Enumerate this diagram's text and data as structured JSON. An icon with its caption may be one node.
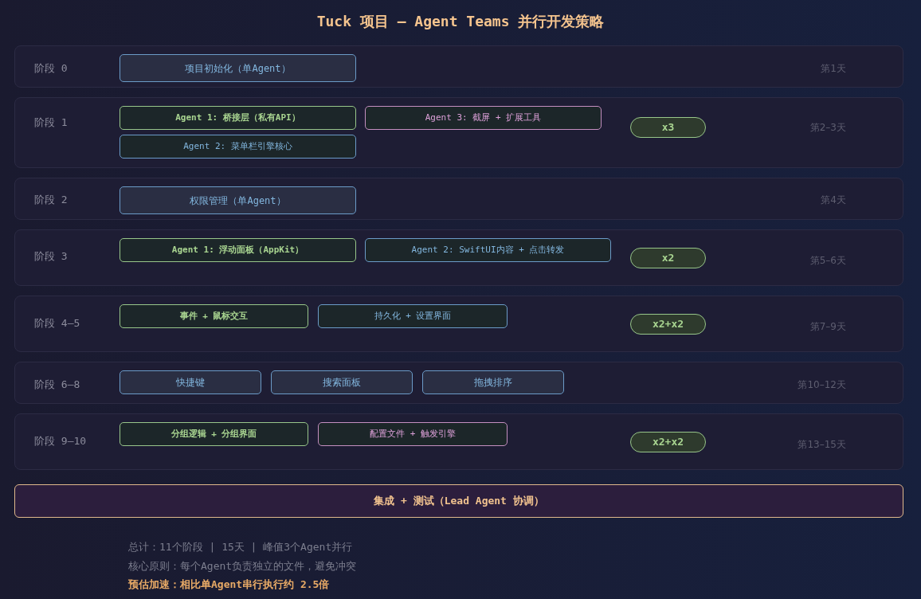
{
  "diagram": {
    "title": "Tuck 项目 — Agent Teams 并行开发策略",
    "nodes": [
      {
        "text": [
          "阶段 0",
          "第1天"
        ]
      },
      {
        "text": [
          "项目初始化（单Agent）"
        ],
        "in": 0
      },
      {
        "text": [
          "阶段 1",
          "第2–3天"
        ]
      },
      {
        "text": [
          "Agent 1: 桥接层（私有API）"
        ],
        "in": 2
      },
      {
        "text": [
          "Agent 3: 截屏 + 扩展工具"
        ],
        "in": 2
      },
      {
        "text": [
          "x3"
        ],
        "in": 2
      },
      {
        "text": [
          "Agent 2: 菜单栏引擎核心"
        ],
        "in": 2
      },
      {
        "text": [
          "阶段 2",
          "第4天"
        ]
      },
      {
        "text": [
          "权限管理（单Agent）"
        ],
        "in": 7
      },
      {
        "text": [
          "阶段 3",
          "第5–6天"
        ]
      },
      {
        "text": [
          "Agent 1: 浮动面板（AppKit）"
        ],
        "in": 9
      },
      {
        "text": [
          "Agent 2: SwiftUI内容 + 点击转发"
        ],
        "in": 9
      },
      {
        "text": [
          "x2"
        ],
        "in": 9
      },
      {
        "text": [
          "阶段 4–5",
          "第7–9天"
        ]
      },
      {
        "text": [
          "事件 + 鼠标交互"
        ],
        "in": 13
      },
      {
        "text": [
          "持久化 + 设置界面"
        ],
        "in": 13
      },
      {
        "text": [
          "x2+x2"
        ],
        "in": 13
      },
      {
        "text": [
          "阶段 6–8",
          "第10–12天"
        ]
      },
      {
        "text": [
          "快捷键"
        ],
        "in": 17
      },
      {
        "text": [
          "搜索面板"
        ],
        "in": 17
      },
      {
        "text": [
          "拖拽排序"
        ],
        "in": 17
      },
      {
        "text": [
          "阶段 9–10",
          "第13–15天"
        ]
      },
      {
        "text": [
          "分组逻辑 + 分组界面"
        ],
        "in": 21
      },
      {
        "text": [
          "配置文件 + 触发引擎"
        ],
        "in": 21
      },
      {
        "text": [
          "x2+x2"
        ],
        "in": 21
      },
      {
        "text": [
          "集成 + 测试（Lead Agent 协调）"
        ]
      }
    ],
    "labels": [
      "总计：11个阶段 | 15天 | 峰值3个Agent并行",
      "核心原则：每个Agent负责独立的文件，避免冲突",
      "预估加速：相比单Agent串行执行约 2.5倍"
    ]
  }
}
